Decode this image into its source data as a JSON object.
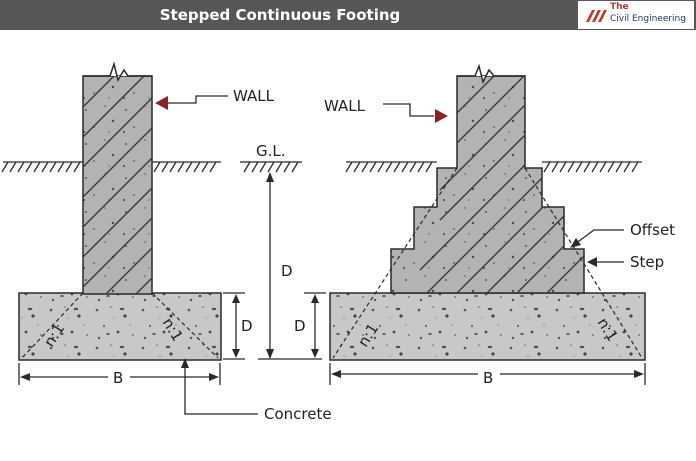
{
  "header": {
    "title": "Stepped Continuous Footing",
    "logo_the": "The",
    "logo_name": "Civil Engineering"
  },
  "labels": {
    "wall": "WALL",
    "gl": "G.L.",
    "depth": "D",
    "width": "B",
    "ratio": "n:1",
    "offset": "Offset",
    "step": "Step",
    "concrete": "Concrete"
  },
  "colors": {
    "banner": "#565656",
    "concrete": "#c8c8c8",
    "wall": "#b3b3b3",
    "arrow_red": "#8b2323",
    "line": "#2a2a2a"
  }
}
